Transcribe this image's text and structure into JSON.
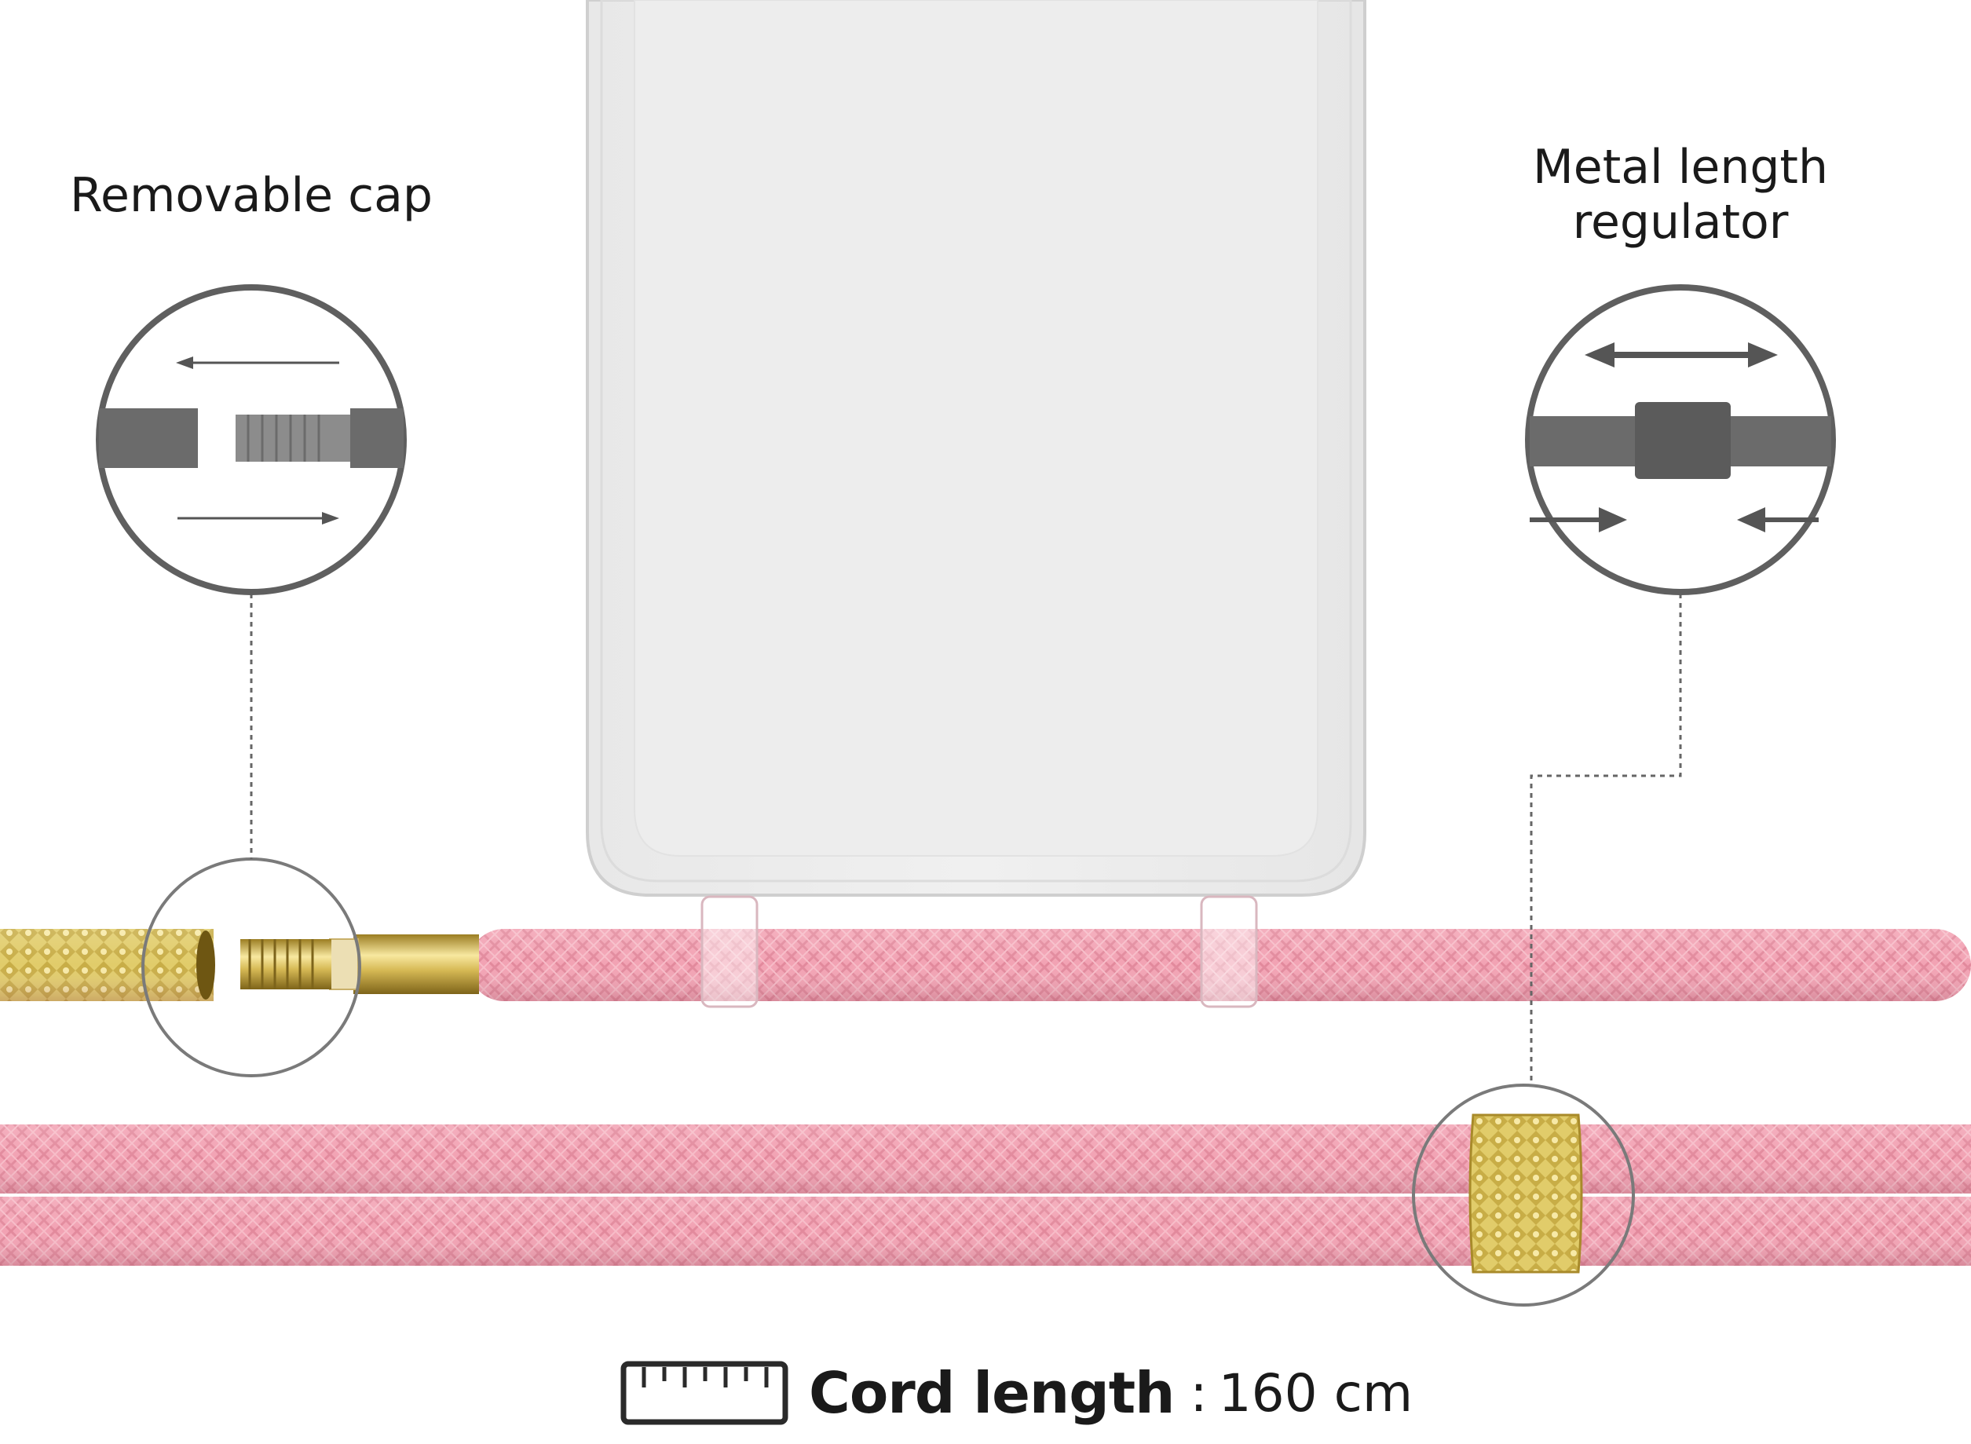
{
  "callouts": {
    "left_label": "Removable cap",
    "right_label": "Metal length\nregulator"
  },
  "footer": {
    "title": "Cord length",
    "separator": ":",
    "value": "160 cm",
    "icon": "ruler-icon"
  },
  "colors": {
    "cord_pink": "#f2a2b3",
    "cord_pink_dark": "#e48a9d",
    "gold": "#d8c05a",
    "icon_gray": "#6b6b6b",
    "circle_stroke": "#666666"
  }
}
